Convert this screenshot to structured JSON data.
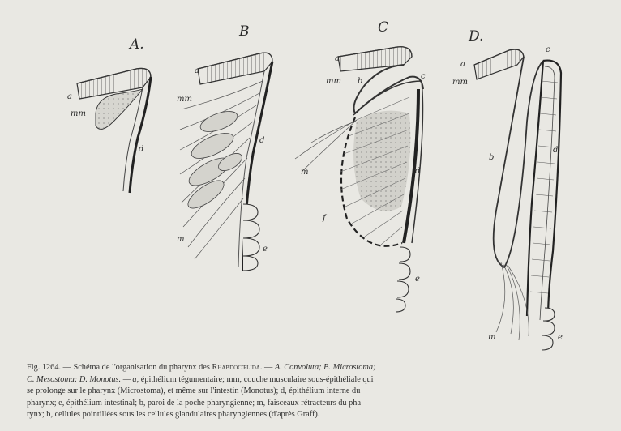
{
  "figure": {
    "panels": [
      {
        "letter": "A.",
        "labels": {
          "a": "a",
          "mm": "mm",
          "d": "d"
        }
      },
      {
        "letter": "B",
        "labels": {
          "a": "a",
          "mm": "mm",
          "d": "d",
          "m": "m",
          "e": "e"
        }
      },
      {
        "letter": "C",
        "labels": {
          "a": "a",
          "mm": "mm",
          "b": "b",
          "c": "c",
          "d": "d",
          "m": "m",
          "f": "f",
          "e": "e"
        }
      },
      {
        "letter": "D.",
        "labels": {
          "a": "a",
          "mm": "mm",
          "c": "c",
          "b": "b",
          "d": "d",
          "m": "m",
          "e": "e"
        }
      }
    ]
  },
  "caption": {
    "l1a": "Fig. 1264. — Schéma de l'organisation du pharynx des ",
    "l1b": "Rhabdocœlida. — ",
    "l1c": "A. Convoluta; B. Microstoma;",
    "l2a": "C. Mesostoma; D. Monotus. — a, ",
    "l2b": "épithélium tégumentaire; mm, couche musculaire sous-épithéliale qui",
    "l3": "se prolonge sur le pharynx (Microstoma), et même sur l'intestin (Monotus); d, épithélium interne du",
    "l4": "pharynx; e, épithélium intestinal; b, paroi de la poche pharyngienne; m, faisceaux rétracteurs du pha-",
    "l5": "rynx; b, cellules pointillées sous les cellules glandulaires pharyngiennes (d'après Graff)."
  }
}
